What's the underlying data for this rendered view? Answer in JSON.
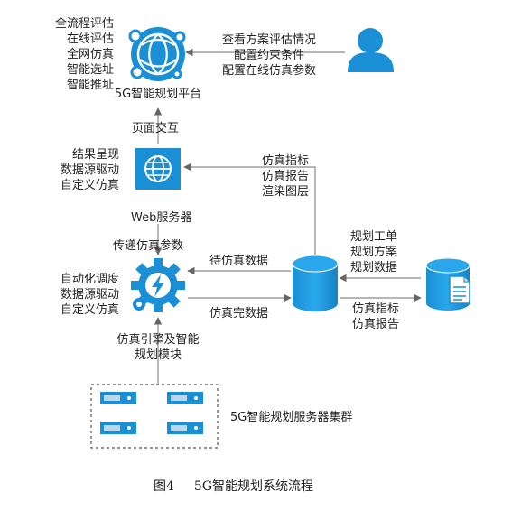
{
  "colors": {
    "accent": "#1a8fd6",
    "accent_light": "#2aa7ec",
    "line": "#8a8a8a",
    "text": "#222222",
    "server_box": "#b9d8ee"
  },
  "icons": {
    "platform": "globe-network-icon",
    "user": "user-icon",
    "web_server": "browser-globe-icon",
    "engine": "gear-lightning-icon",
    "database": "database-icon",
    "file_db": "database-document-icon",
    "server_rack": "server-unit-icon"
  },
  "nodes": {
    "platform": {
      "label": "5G智能规划平台",
      "features": [
        "全流程评估",
        "在线评估",
        "全网仿真",
        "智能选址",
        "智能推址"
      ]
    },
    "user": {
      "actions": [
        "查看方案评估情况",
        "配置约束条件",
        "配置在线仿真参数"
      ]
    },
    "web_server": {
      "label": "Web服务器",
      "features": [
        "结果呈现",
        "数据源驱动",
        "自定义仿真"
      ]
    },
    "engine": {
      "label": [
        "仿真引擎及智能",
        "规划模块"
      ],
      "features": [
        "自动化调度",
        "数据源驱动",
        "自定义仿真"
      ]
    },
    "cluster": {
      "label": "5G智能规划服务器集群"
    }
  },
  "edges": {
    "page_interaction": "页面交互",
    "pass_params": "传递仿真参数",
    "to_web": [
      "仿真指标",
      "仿真报告",
      "渲染图层"
    ],
    "pending_data": "待仿真数据",
    "done_data": "仿真完数据",
    "plan_inputs": [
      "规划工单",
      "规划方案",
      "规划数据"
    ],
    "outputs": [
      "仿真指标",
      "仿真报告"
    ]
  },
  "caption": {
    "figure": "图4",
    "title": "5G智能规划系统流程"
  }
}
